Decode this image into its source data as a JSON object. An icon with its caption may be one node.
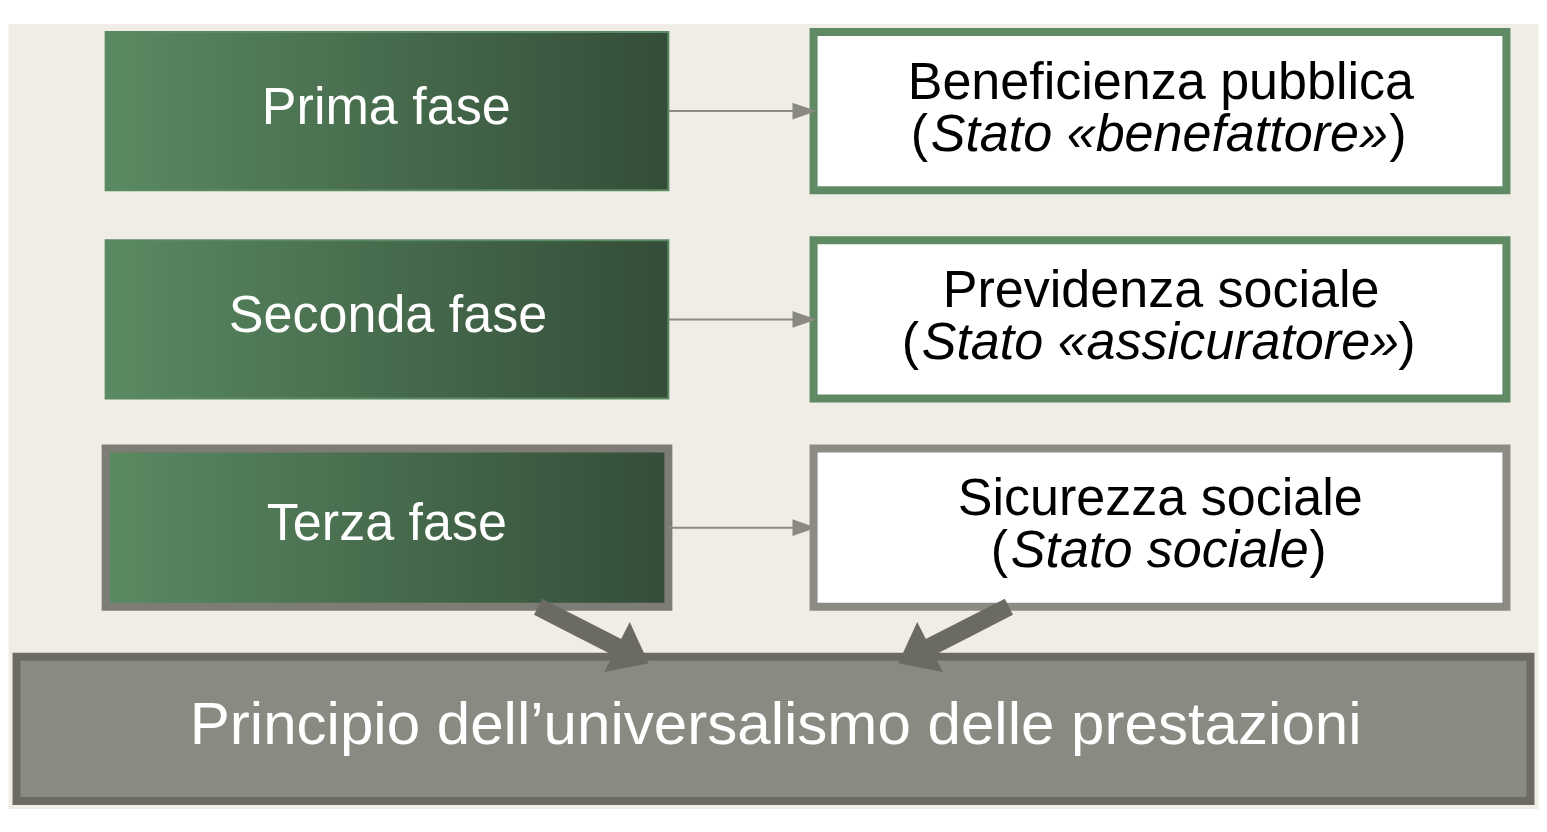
{
  "diagram": {
    "nodes": [
      {
        "text": [
          "Prima fase"
        ]
      },
      {
        "text": [
          "Beneficienza pubblica",
          "(*Stato «benefattore»*)"
        ]
      },
      {
        "text": [
          "Seconda fase"
        ]
      },
      {
        "text": [
          "Previdenza sociale",
          "(*Stato «assicuratore»*)"
        ]
      },
      {
        "text": [
          "Terza fase"
        ]
      },
      {
        "text": [
          "Sicurezza sociale",
          "(*Stato sociale*)"
        ]
      },
      {
        "text": [
          "Principio dell’universalismo delle prestazioni"
        ]
      }
    ],
    "edges": [
      {
        "from": 0,
        "to": 1,
        "arrow": "to"
      },
      {
        "from": 2,
        "to": 3,
        "arrow": "to"
      },
      {
        "from": 4,
        "to": 5,
        "arrow": "to"
      },
      {
        "from": 4,
        "to": 6,
        "arrow": "to",
        "style": "thick",
        "color": "#6b6b63"
      },
      {
        "from": 5,
        "to": 6,
        "arrow": "to",
        "style": "thick",
        "color": "#6b6b63"
      }
    ]
  }
}
